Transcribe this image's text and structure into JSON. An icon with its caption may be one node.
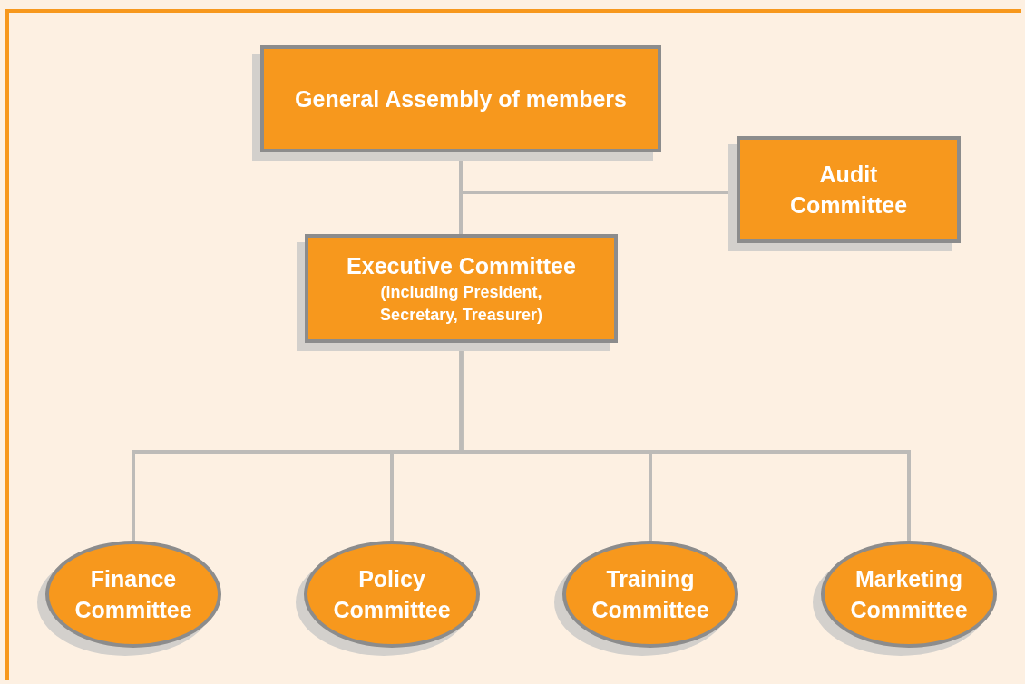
{
  "diagram": {
    "nodes": [
      {
        "text": [
          "General Assembly of members"
        ]
      },
      {
        "text": [
          "Audit Committee"
        ]
      },
      {
        "text": [
          "Executive Committee",
          "(including President, Secretary, Treasurer)"
        ]
      },
      {
        "text": [
          "Finance Committee"
        ]
      },
      {
        "text": [
          "Policy Committee"
        ]
      },
      {
        "text": [
          "Training Committee"
        ]
      },
      {
        "text": [
          "Marketing Committee"
        ]
      }
    ],
    "edges": [
      {
        "from": 0,
        "to": 1,
        "arrow": "none"
      },
      {
        "from": 0,
        "to": 2,
        "arrow": "none"
      },
      {
        "from": 2,
        "to": 3,
        "arrow": "none"
      },
      {
        "from": 2,
        "to": 4,
        "arrow": "none"
      },
      {
        "from": 2,
        "to": 5,
        "arrow": "none"
      },
      {
        "from": 2,
        "to": 6,
        "arrow": "none"
      }
    ]
  }
}
